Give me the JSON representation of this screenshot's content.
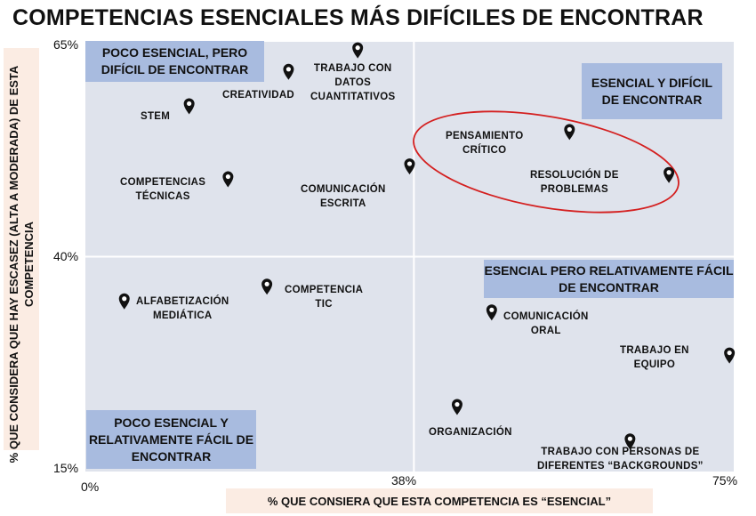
{
  "chart_data": {
    "type": "scatter",
    "title": "COMPETENCIAS ESENCIALES MÁS DIFÍCILES DE ENCONTRAR",
    "xlabel": "% QUE CONSIERA QUE ESTA COMPETENCIA ES “ESENCIAL”",
    "ylabel": "% QUE CONSIDERA QUE HAY ESCASEZ (ALTA A MODERADA) DE ESTA COMPETENCIA",
    "xlim": [
      0,
      75
    ],
    "ylim": [
      15,
      65
    ],
    "x_ticks": [
      "0%",
      "38%",
      "75%"
    ],
    "y_ticks": [
      "65%",
      "40%",
      "15%"
    ],
    "x_divider": 38,
    "y_divider": 40,
    "grid": false,
    "marker": "map-pin",
    "points": [
      {
        "label": "TRABAJO CON\nDATOS\nCUANTITATIVOS",
        "x": 31.5,
        "y": 64
      },
      {
        "label": "CREATIVIDAD",
        "x": 23.5,
        "y": 61.5
      },
      {
        "label": "STEM",
        "x": 12.0,
        "y": 57.5
      },
      {
        "label": "PENSAMIENTO\nCRÍTICO",
        "x": 56.0,
        "y": 54.5
      },
      {
        "label": "COMUNICACIÓN\nESCRITA",
        "x": 37.5,
        "y": 50.5
      },
      {
        "label": "COMPETENCIAS\nTÉCNICAS",
        "x": 16.5,
        "y": 49.0
      },
      {
        "label": "RESOLUCIÓN DE\nPROBLEMAS",
        "x": 67.5,
        "y": 49.5
      },
      {
        "label": "COMPETENCIA\nTIC",
        "x": 21.0,
        "y": 36.5
      },
      {
        "label": "ALFABETIZACIÓN\nMEDIÁTICA",
        "x": 4.5,
        "y": 34.8
      },
      {
        "label": "COMUNICACIÓN\nORAL",
        "x": 47.0,
        "y": 33.5
      },
      {
        "label": "TRABAJO EN\nEQUIPO",
        "x": 74.5,
        "y": 28.5
      },
      {
        "label": "ORGANIZACIÓN",
        "x": 43.0,
        "y": 22.5
      },
      {
        "label": "TRABAJO CON PERSONAS DE\nDIFERENTES “BACKGROUNDS”",
        "x": 63.0,
        "y": 18.5
      }
    ],
    "quadrant_labels": [
      "POCO ESENCIAL, PERO DIFÍCIL DE ENCONTRAR",
      "ESENCIAL Y DIFÍCIL DE ENCONTRAR",
      "ESENCIAL PERO RELATIVAMENTE FÁCIL DE ENCONTRAR",
      "POCO ESENCIAL Y RELATIVAMENTE FÁCIL DE ENCONTRAR"
    ],
    "highlight": [
      "PENSAMIENTO\nCRÍTICO",
      "RESOLUCIÓN DE\nPROBLEMAS"
    ],
    "colors": {
      "plot_background": "#dfe3ec",
      "quadrant_box": "#a8bbdf",
      "axis_label_background": "#fbece3",
      "highlight_ellipse": "#d42020",
      "marker": "#111111"
    }
  }
}
